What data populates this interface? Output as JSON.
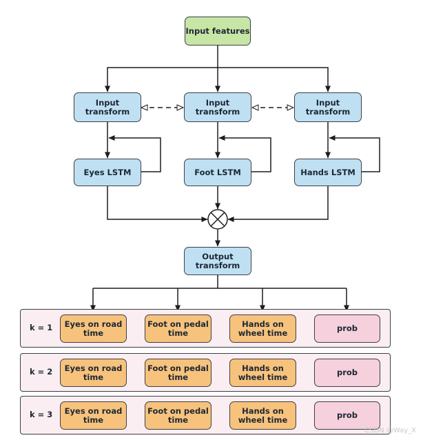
{
  "top": {
    "input_features": "Input features"
  },
  "transforms": [
    "Input\ntransform",
    "Input\ntransform",
    "Input\ntransform"
  ],
  "lstms": [
    "Eyes LSTM",
    "Foot LSTM",
    "Hands LSTM"
  ],
  "output_transform": "Output\ntransform",
  "rows": [
    {
      "k": "k = 1",
      "cells": [
        "Eyes on road\ntime",
        "Foot on pedal\ntime",
        "Hands on\nwheel time",
        "prob"
      ]
    },
    {
      "k": "k = 2",
      "cells": [
        "Eyes on road\ntime",
        "Foot on pedal\ntime",
        "Hands on\nwheel time",
        "prob"
      ]
    },
    {
      "k": "k = 3",
      "cells": [
        "Eyes on road\ntime",
        "Foot on pedal\ntime",
        "Hands on\nwheel time",
        "prob"
      ]
    }
  ],
  "watermark": "CSDN @Way_X",
  "colors": {
    "input": "#c7e5a5",
    "transform": "#bfe0f3",
    "output_cell": "#f7c27c",
    "prob_cell": "#f6d0dc",
    "panel": "#fbeef2",
    "stroke": "#1c1c1c"
  }
}
